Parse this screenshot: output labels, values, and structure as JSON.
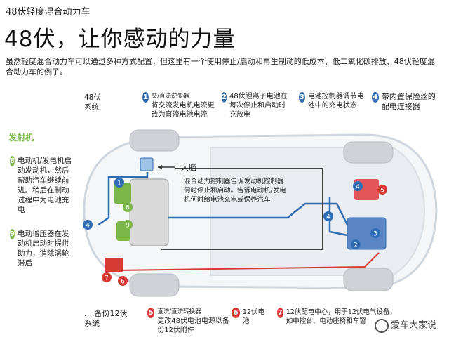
{
  "header": {
    "small_title": "48伏轻度混合动力车",
    "big_title": "48伏，让你感动的力量",
    "intro": "虽然轻度混合动力车可以通过多种方式配置，但这里有一个使用停止/启动和再生制动的低成本、低二氧化碳排放、48伏轻度混合动力车的例子。"
  },
  "system_48": "48伏\n系统",
  "system_12": "….备份12伏\n系统",
  "section_heading": "发射机",
  "brain_label": "大脑",
  "controller_note": "混合动力控制器告诉发动机控制器何时停止和启动。告诉电动机/发电机何时给电池充电或保养汽车",
  "top_callouts": [
    {
      "n": "1",
      "title": "交/直流逆变器",
      "text": "将交流发电机电流更改为直流电池电流"
    },
    {
      "n": "2",
      "title": "",
      "text": "48伏锂离子电池在每次停止和启动时充放电"
    },
    {
      "n": "3",
      "title": "",
      "text": "电池控制器调节电池中的充电状态"
    },
    {
      "n": "4",
      "title": "",
      "text": "带内置保险丝的配电连接器"
    }
  ],
  "left_callouts": [
    {
      "n": "8",
      "text": "电动机/发电机启动发动机，然后帮助汽车继续前进。稍后在制动过程中为电池充电"
    },
    {
      "n": "9",
      "text": "电动增压器在发动机启动时提供助力，消除涡轮滞后"
    }
  ],
  "bottom_callouts": [
    {
      "n": "5",
      "title": "直流/直流转换器",
      "text": "更改48伏电池电源以备份12伏附件"
    },
    {
      "n": "6",
      "title": "",
      "text": "12伏电池"
    },
    {
      "n": "7",
      "title": "",
      "text": "12伏配电中心，用于12伏电气设备，如中控台、电动座椅和车窗"
    }
  ],
  "diagram_markers": [
    "1",
    "2",
    "3",
    "4",
    "4",
    "4",
    "5",
    "6",
    "7",
    "8",
    "9"
  ],
  "watermark": "爱车大家说",
  "colors": {
    "blue": "#2f6cb3",
    "green": "#7ab648",
    "red": "#d63a33"
  }
}
